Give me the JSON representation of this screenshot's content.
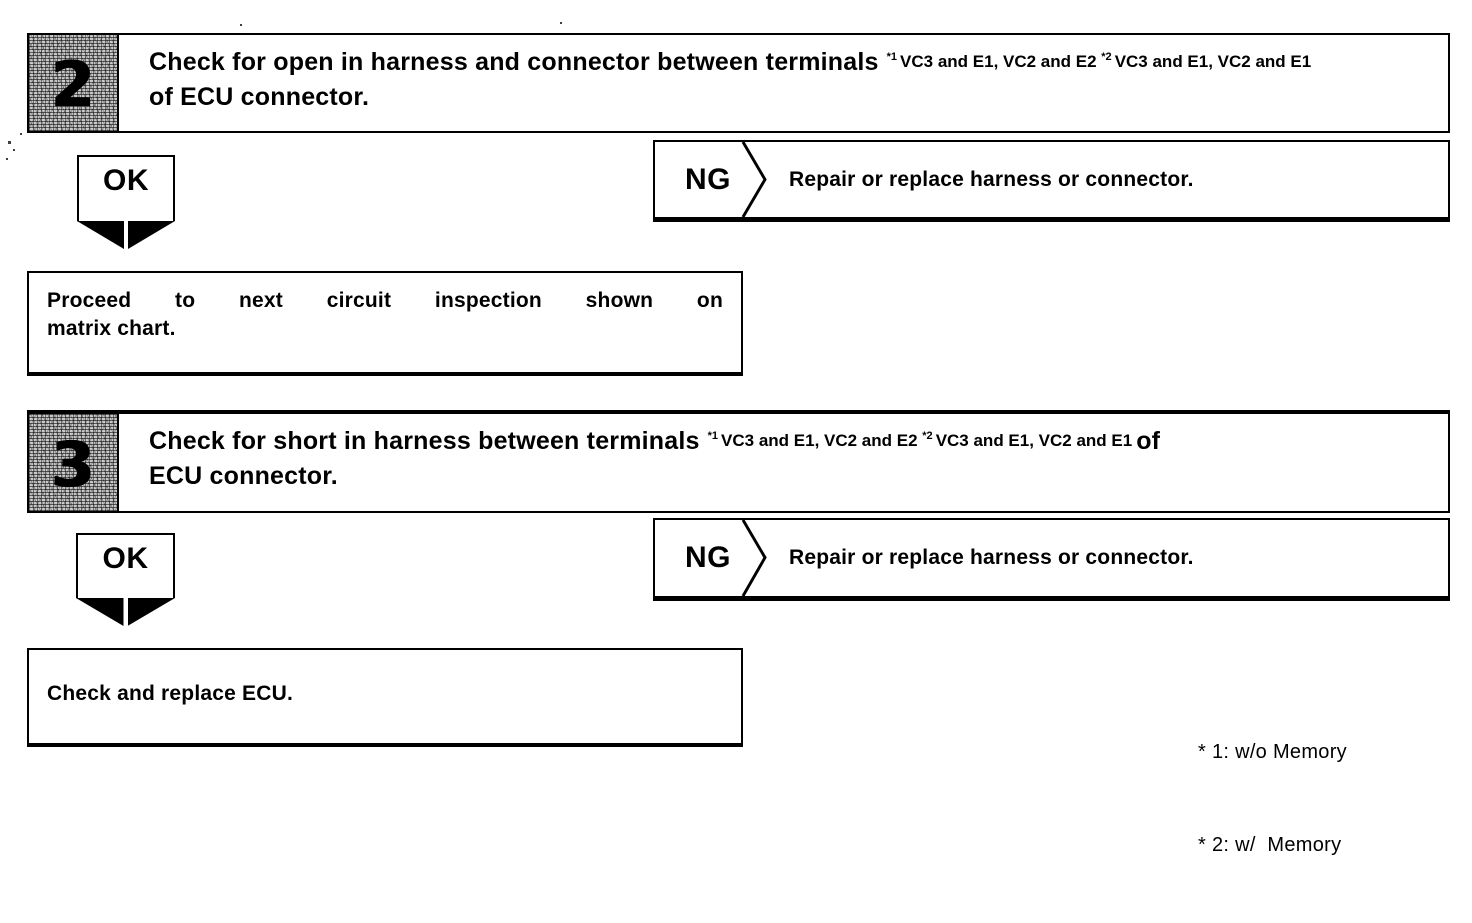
{
  "document": {
    "type": "troubleshooting-flowchart",
    "steps": [
      {
        "number": "2",
        "title_before": "Check for open in harness and connector between terminals",
        "notes": [
          {
            "marker": "1",
            "text": "VC3 and E1, VC2 and E2"
          },
          {
            "marker": "2",
            "text": "VC3 and E1, VC2 and E1"
          }
        ],
        "title_after": "",
        "title_line2": "of ECU connector.",
        "ok_label": "OK",
        "ng_label": "NG",
        "ng_action": "Repair or replace harness or connector.",
        "ok_result_line1": "Proceed to next circuit inspection shown on",
        "ok_result_line2": "matrix chart."
      },
      {
        "number": "3",
        "title_before": "Check for short in harness between terminals",
        "notes": [
          {
            "marker": "1",
            "text": "VC3 and E1, VC2 and E2"
          },
          {
            "marker": "2",
            "text": "VC3 and E1, VC2 and E1"
          }
        ],
        "title_after": "of",
        "title_line2": "ECU connector.",
        "ok_label": "OK",
        "ng_label": "NG",
        "ng_action": "Repair or replace harness or connector.",
        "ok_result_line1": "Check and replace ECU.",
        "ok_result_line2": ""
      }
    ],
    "legend": {
      "line1": "* 1: w/o Memory",
      "line2": "* 2: w/  Memory"
    }
  }
}
